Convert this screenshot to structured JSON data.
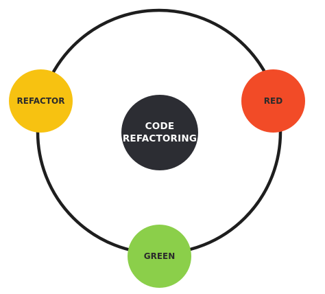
{
  "diagram": {
    "center": {
      "label": "CODE\nREFACTORING",
      "color": "#2c2d33"
    },
    "nodes": {
      "refactor": {
        "label": "REFACTOR",
        "color": "#f7c211"
      },
      "red": {
        "label": "RED",
        "color": "#f24b27"
      },
      "green": {
        "label": "GREEN",
        "color": "#8bcf4a"
      }
    },
    "ring_color": "#1e1e1e"
  }
}
